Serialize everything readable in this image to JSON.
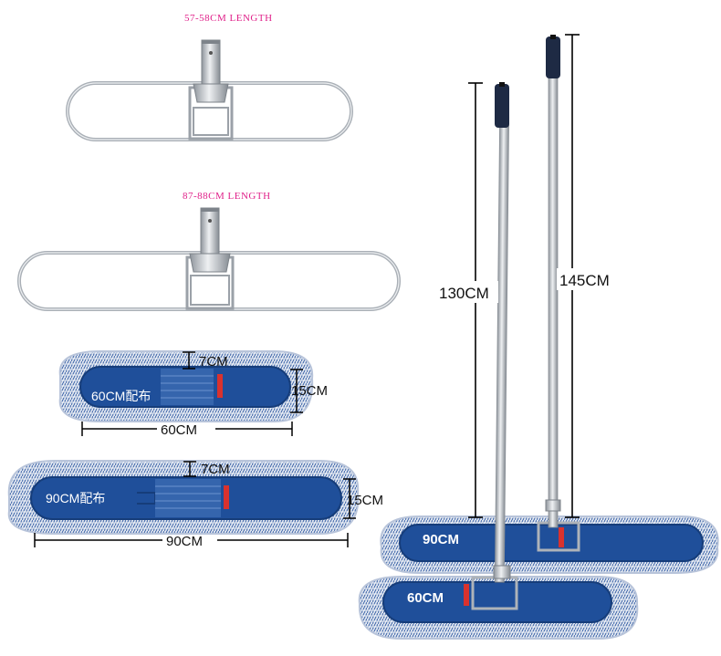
{
  "frames": {
    "small_caption": "57-58CM LENGTH",
    "large_caption": "87-88CM LENGTH"
  },
  "pads": {
    "small": {
      "label": "60CM配布",
      "strip_height": "7CM",
      "height": "15CM",
      "length": "60CM"
    },
    "large": {
      "label": "90CM配布",
      "strip_height": "7CM",
      "height": "15CM",
      "length": "90CM"
    }
  },
  "poles": {
    "short_length": "130CM",
    "long_length": "145CM"
  },
  "assembled": {
    "back_pad_label": "90CM",
    "front_pad_label": "60CM"
  },
  "colors": {
    "pad_blue": "#1f4f9a",
    "fringe": "#c9d3e6",
    "caption_pink": "#e0218a",
    "metal": "#b9bec4"
  }
}
